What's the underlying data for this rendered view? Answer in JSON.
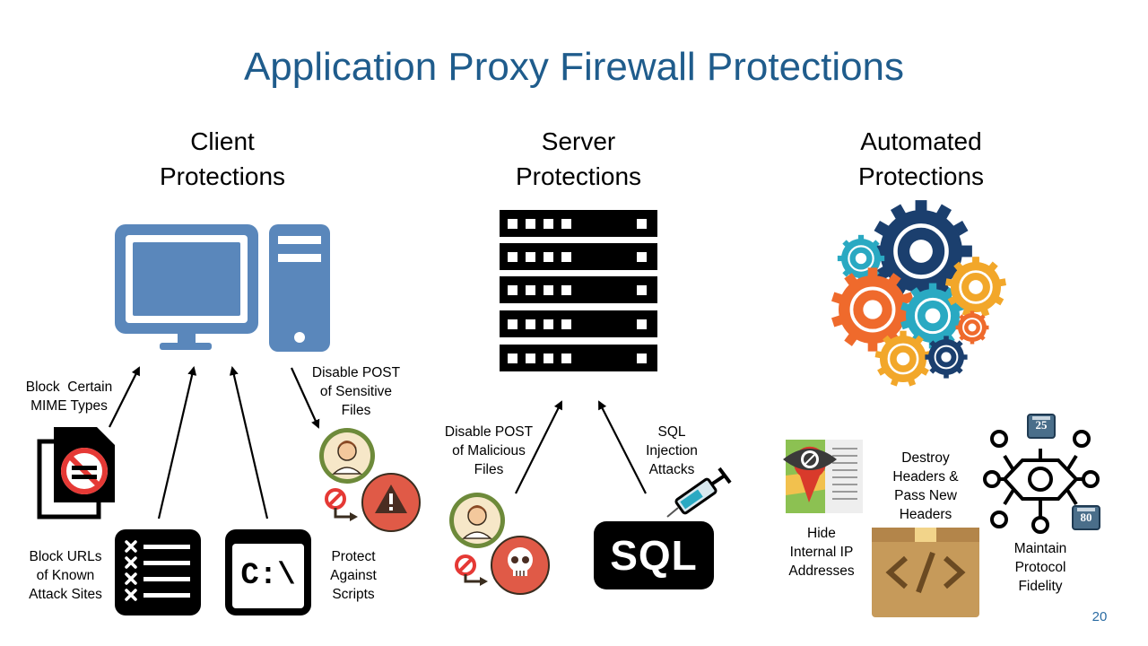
{
  "slide": {
    "title": "Application Proxy Firewall Protections",
    "page_number": "20"
  },
  "columns": [
    {
      "heading_line1": "Client",
      "heading_line2": "Protections"
    },
    {
      "heading_line1": "Server",
      "heading_line2": "Protections"
    },
    {
      "heading_line1": "Automated",
      "heading_line2": "Protections"
    }
  ],
  "client": {
    "mime": [
      "Block  Certain",
      "MIME Types"
    ],
    "urls": [
      "Block URLs",
      "of Known",
      "Attack Sites"
    ],
    "scripts": [
      "Protect",
      "Against",
      "Scripts"
    ],
    "post_sensitive": [
      "Disable POST",
      "of Sensitive",
      "Files"
    ],
    "terminal_text": "C:\\"
  },
  "server": {
    "post_malicious": [
      "Disable POST",
      "of Malicious",
      "Files"
    ],
    "sql": [
      "SQL",
      "Injection",
      "Attacks"
    ],
    "sql_badge": "SQL"
  },
  "automated": {
    "hide_ip": [
      "Hide",
      "Internal IP",
      "Addresses"
    ],
    "headers": [
      "Destroy",
      "Headers &",
      "Pass New",
      "Headers"
    ],
    "fidelity": [
      "Maintain",
      "Protocol",
      "Fidelity"
    ],
    "port_a": "25",
    "port_b": "80"
  },
  "colors": {
    "title": "#1f5c8c",
    "computer": "#5a87bb",
    "red": "#e05a47",
    "gear_navy": "#1b3f6e",
    "gear_orange": "#ef6a2c",
    "gear_teal": "#2aa9c2",
    "gear_yellow": "#f2a72a"
  }
}
